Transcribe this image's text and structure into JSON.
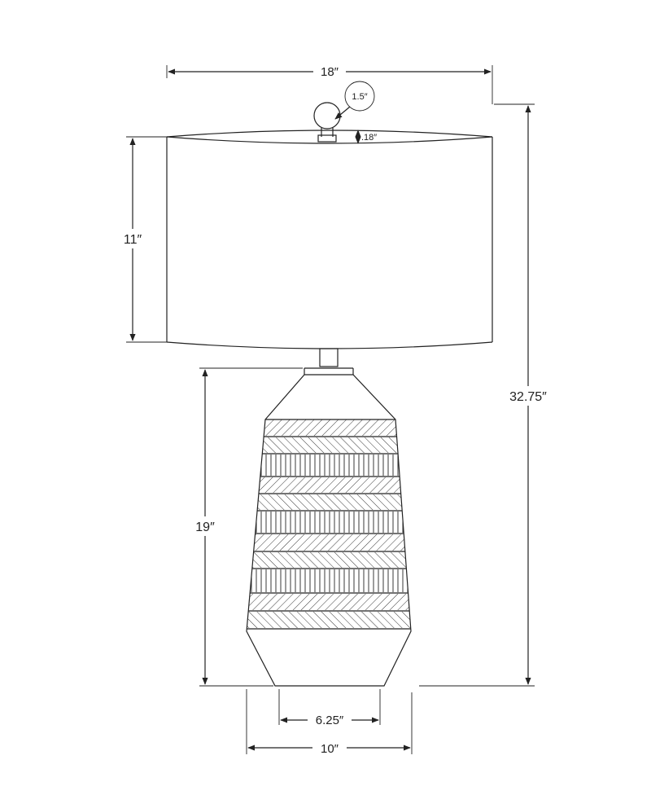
{
  "dimensions": {
    "shade_width": "18″",
    "finial_diameter": "1.5″",
    "finial_height": ".18″",
    "shade_height": "11″",
    "total_height": "32.75″",
    "base_height": "19″",
    "foot_width": "6.25″",
    "base_width": "10″"
  },
  "colors": {
    "line": "#222222",
    "background": "#ffffff"
  }
}
